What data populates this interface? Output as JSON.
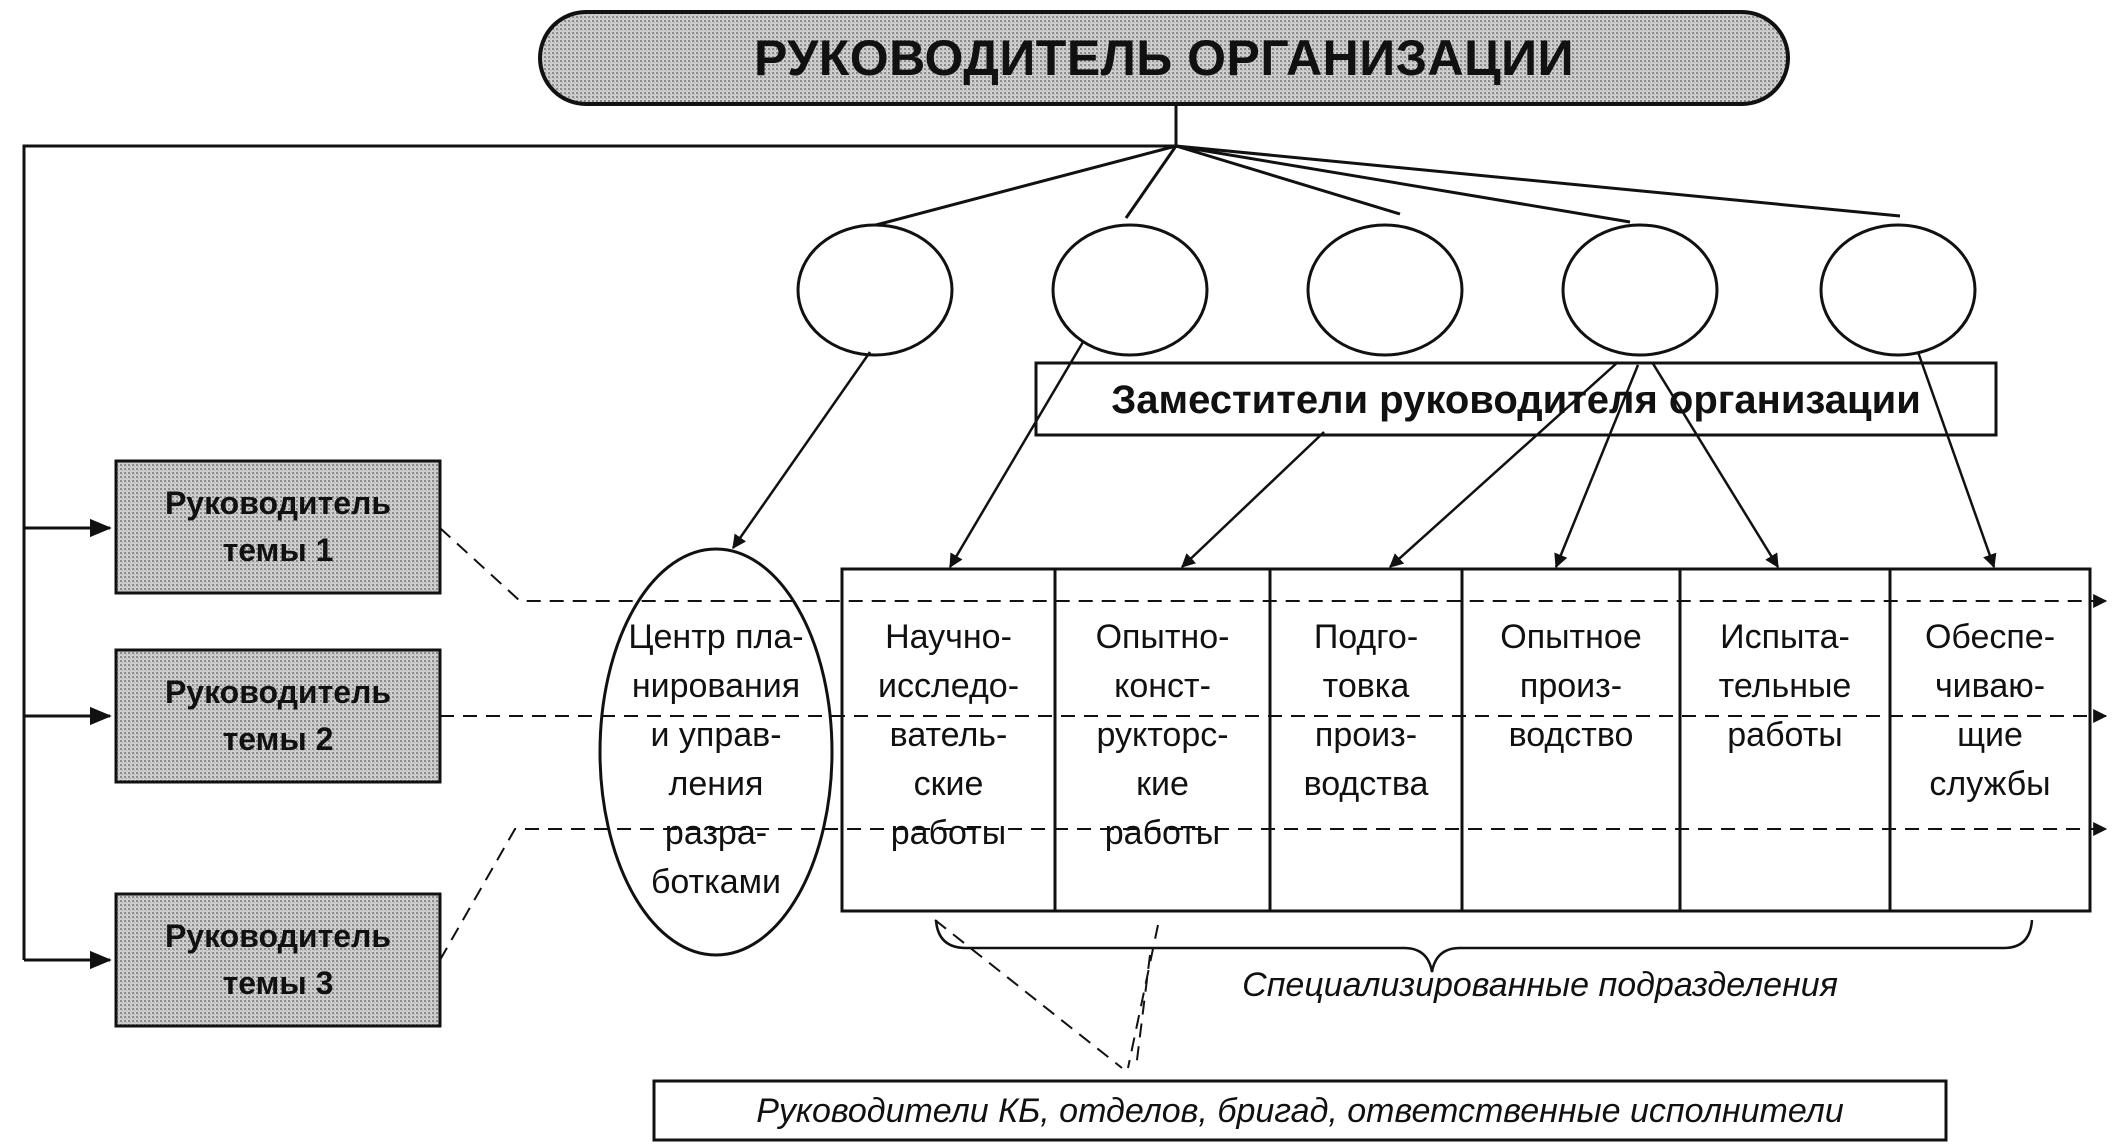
{
  "top": {
    "label": "РУКОВОДИТЕЛЬ ОРГАНИЗАЦИИ"
  },
  "deputies": {
    "label": "Заместители руководителя организации"
  },
  "theme_leaders": [
    {
      "label": "Руководитель\nтемы 1"
    },
    {
      "label": "Руководитель\nтемы 2"
    },
    {
      "label": "Руководитель\nтемы 3"
    }
  ],
  "center": {
    "label": "Центр пла-\nнирования\nи управ-\nления\nразра-\nботками"
  },
  "departments": [
    {
      "label": "Научно-\nисследо-\nватель-\nские\nработы"
    },
    {
      "label": "Опытно-\nконст-\nрукторс-\nкие\nработы"
    },
    {
      "label": "Подго-\nтовка\nпроиз-\nводства"
    },
    {
      "label": "Опытное\nпроиз-\nводство"
    },
    {
      "label": "Испыта-\nтельные\nработы"
    },
    {
      "label": "Обеспе-\nчиваю-\nщие\nслужбы"
    }
  ],
  "specialized": {
    "label": "Специализированные подразделения"
  },
  "bottom": {
    "label": "Руководители КБ, отделов, бригад, ответственные исполнители"
  },
  "colors": {
    "line": "#111111",
    "shaded_fill": "#c8c8c8",
    "shaded_dot": "#8a8a8a",
    "background": "#ffffff"
  }
}
